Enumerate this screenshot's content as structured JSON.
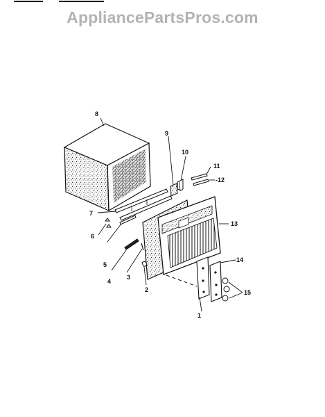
{
  "watermark": "AppliancePartsPros.com",
  "callouts": {
    "c1": "1",
    "c2": "2",
    "c3": "3",
    "c4": "4",
    "c5": "5",
    "c6": "6",
    "c7": "7",
    "c8": "8",
    "c9": "9",
    "c10": "10",
    "c11": "11",
    "c12": "-12",
    "c13": "13",
    "c14": "14",
    "c15": "15"
  },
  "colors": {
    "watermark": "#b3b3b3",
    "line": "#111111",
    "speckle": "#555555"
  }
}
